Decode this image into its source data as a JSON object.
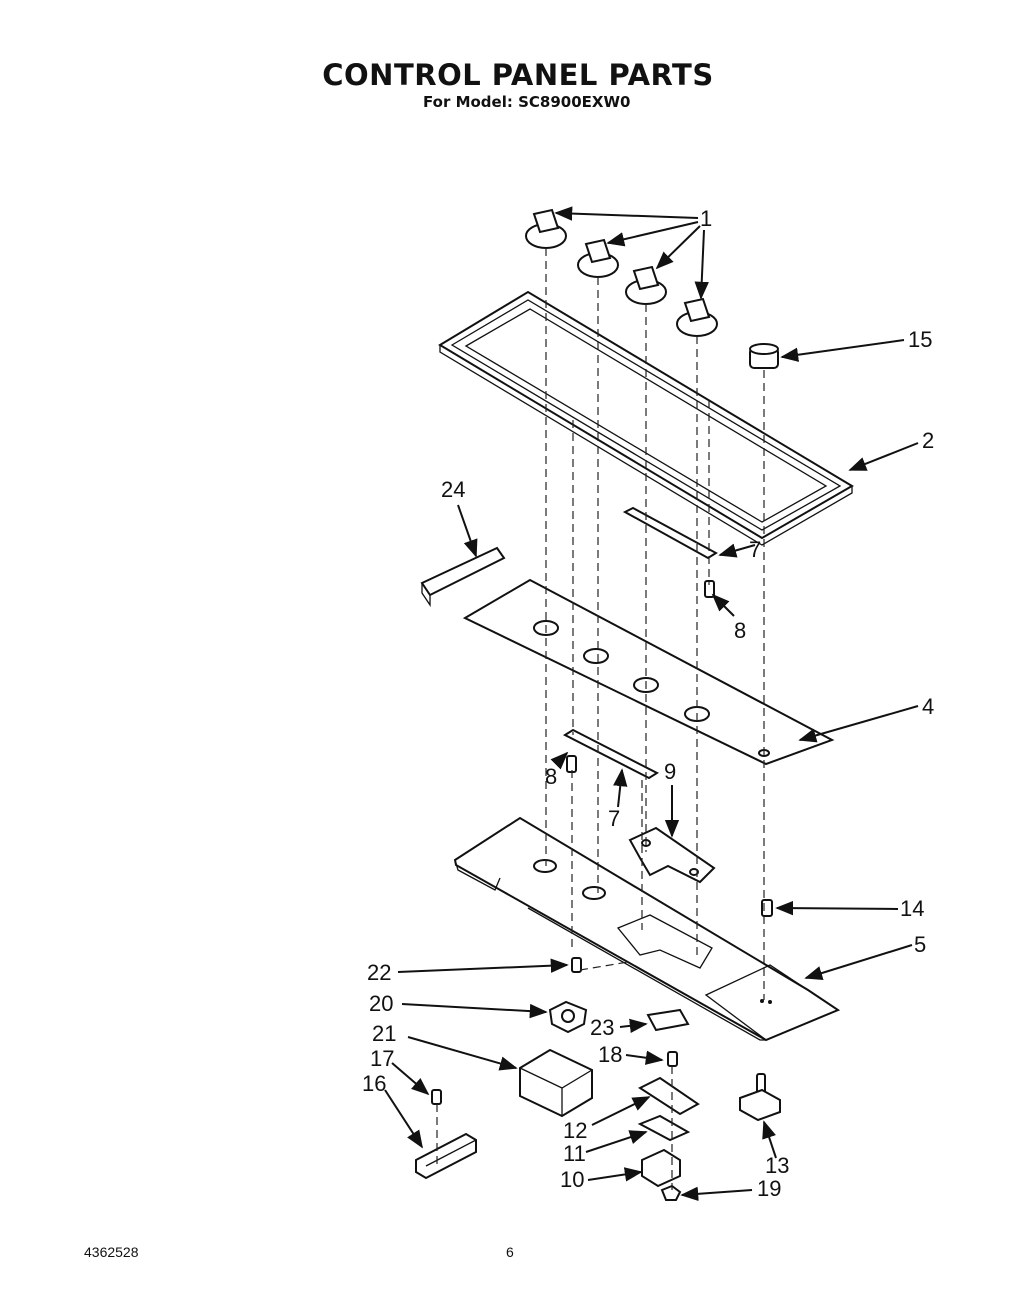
{
  "header": {
    "title": "CONTROL PANEL PARTS",
    "subtitle": "For Model: SC8900EXW0"
  },
  "footer": {
    "doc_number": "4362528",
    "page_number": "6"
  },
  "callouts": {
    "c1": "1",
    "c2": "2",
    "c4": "4",
    "c5": "5",
    "c7a": "7",
    "c7b": "7",
    "c8a": "8",
    "c8b": "8",
    "c9": "9",
    "c10": "10",
    "c11": "11",
    "c12": "12",
    "c13": "13",
    "c14": "14",
    "c15": "15",
    "c16": "16",
    "c17": "17",
    "c18": "18",
    "c19": "19",
    "c20": "20",
    "c21": "21",
    "c22": "22",
    "c23": "23",
    "c24": "24"
  }
}
